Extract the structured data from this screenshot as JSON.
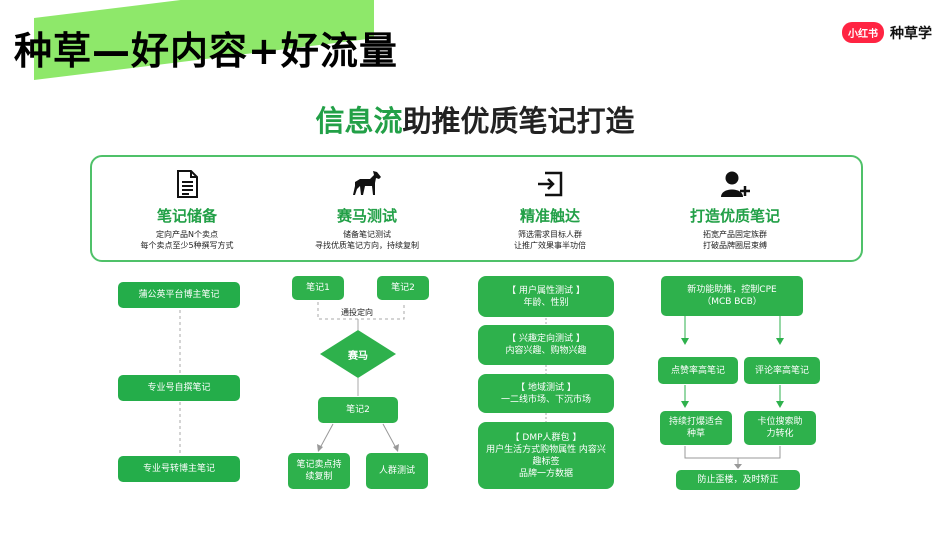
{
  "header": {
    "main_title": "种草—好内容+好流量",
    "brand_badge": "小红书",
    "brand_text": "种草学",
    "subtitle_highlight": "信息流",
    "subtitle_rest": "助推优质笔记打造"
  },
  "stages": [
    {
      "icon": "document-icon",
      "label": "笔记储备",
      "desc_line1": "定向产品N个卖点",
      "desc_line2": "每个卖点至少5种撰写方式"
    },
    {
      "icon": "horse-icon",
      "label": "赛马测试",
      "desc_line1": "储备笔记测试",
      "desc_line2": "寻找优质笔记方向，持续复制"
    },
    {
      "icon": "enter-icon",
      "label": "精准触达",
      "desc_line1": "筛选需求目标人群",
      "desc_line2": "让推广效果事半功倍"
    },
    {
      "icon": "add-user-icon",
      "label": "打造优质笔记",
      "desc_line1": "拓宽产品固定族群",
      "desc_line2": "打破品牌圈层束缚"
    }
  ],
  "col1": {
    "items": [
      "蒲公英平台博主笔记",
      "专业号自撰笔记",
      "专业号转博主笔记"
    ]
  },
  "col2": {
    "note1": "笔记1",
    "note2": "笔记2",
    "targeting_label": "通投定向",
    "race": "赛马",
    "winner": "笔记2",
    "leaf1": "笔记卖点持续复制",
    "leaf2": "人群测试"
  },
  "col3": {
    "items": [
      {
        "line1": "【 用户属性测试 】",
        "line2": "年龄、性别",
        "line3": ""
      },
      {
        "line1": "【 兴趣定向测试 】",
        "line2": "内容兴趣、购物兴趣",
        "line3": ""
      },
      {
        "line1": "【 地域测试 】",
        "line2": "一二线市场、下沉市场",
        "line3": ""
      },
      {
        "line1": "【 DMP人群包 】",
        "line2": "用户生活方式购物属性 内容兴趣标签",
        "line3": "品牌一方数据"
      }
    ]
  },
  "col4": {
    "top": "新功能助推，控制CPE（MCB BCB）",
    "mid_left": "点赞率高笔记",
    "mid_right": "评论率高笔记",
    "low_left": "持续打爆适合种草",
    "low_right": "卡位搜索助力转化",
    "bottom": "防止歪楼，及时矫正"
  },
  "colors": {
    "green": "#2eb14c",
    "title_highlight": "#8ee86a",
    "brand_red": "#ff2442"
  }
}
